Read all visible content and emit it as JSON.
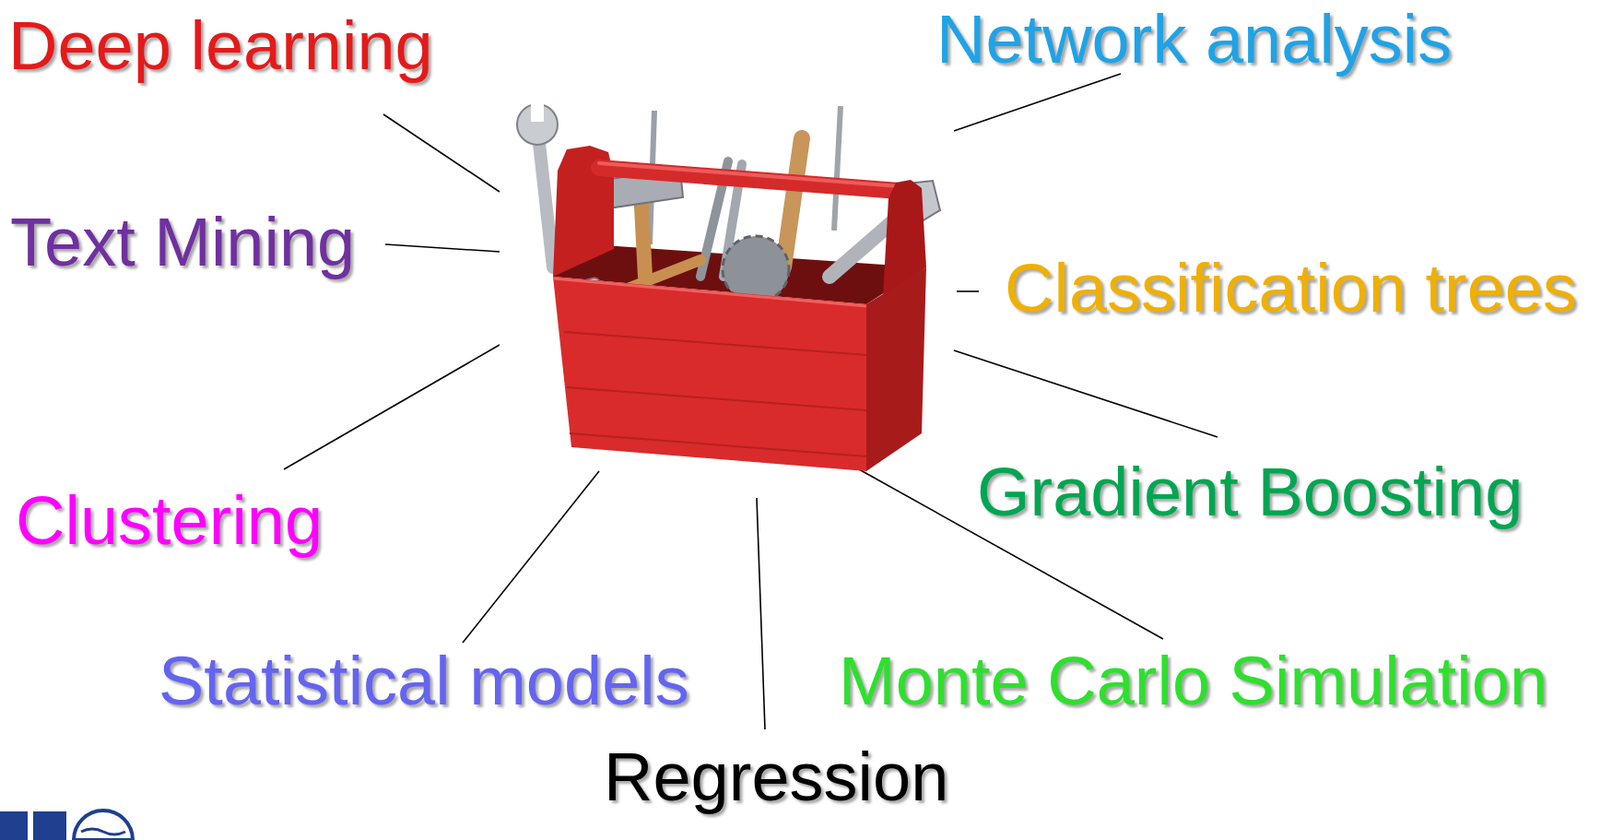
{
  "diagram": {
    "labels": [
      "Deep learning",
      "Network analysis",
      "Text Mining",
      "Classification trees",
      "Clustering",
      "Gradient Boosting",
      "Statistical models",
      "Monte Carlo Simulation",
      "Regression"
    ]
  }
}
